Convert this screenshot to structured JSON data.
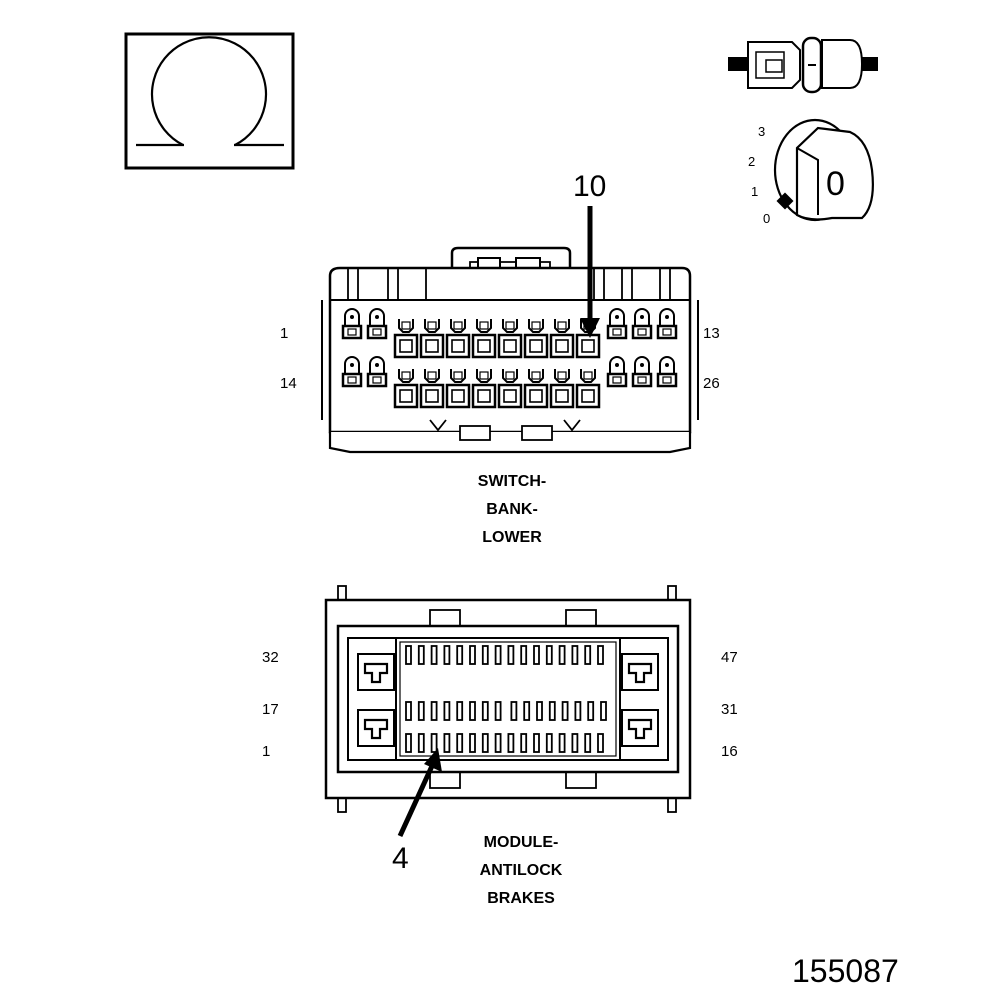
{
  "legend": {
    "symbol": "ohm-icon",
    "ignition": {
      "positions": [
        "0",
        "1",
        "2",
        "3"
      ],
      "key_label": "0"
    }
  },
  "switch_bank": {
    "label_lines": [
      "SWITCH-",
      "BANK-",
      "LOWER"
    ],
    "pin_labels": {
      "top_left": "1",
      "top_right": "13",
      "bottom_left": "14",
      "bottom_right": "26"
    },
    "callout": "10"
  },
  "abs_module": {
    "label_lines": [
      "MODULE-",
      "ANTILOCK",
      "BRAKES"
    ],
    "pin_labels": {
      "left_top": "32",
      "left_mid": "17",
      "left_bottom": "1",
      "right_top": "47",
      "right_mid": "31",
      "right_bottom": "16"
    },
    "callout": "4"
  },
  "figure_number": "155087"
}
